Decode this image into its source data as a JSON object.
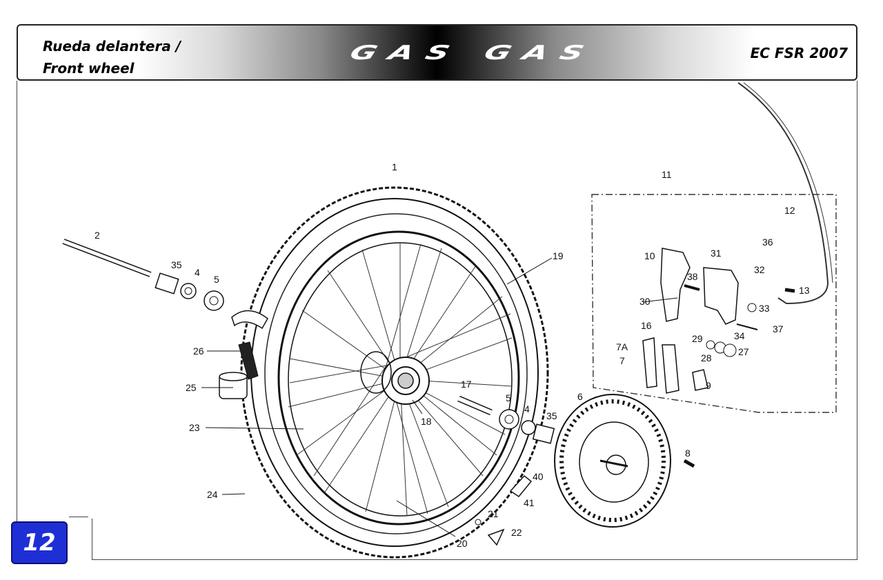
{
  "header": {
    "title_es": "Rueda delantera /",
    "title_en": "Front wheel",
    "brand": "GAS GAS",
    "model": "EC FSR 2007"
  },
  "page_number": "12",
  "callouts": [
    {
      "id": "c1",
      "text": "1"
    },
    {
      "id": "c2",
      "text": "2"
    },
    {
      "id": "c35a",
      "text": "35"
    },
    {
      "id": "c4a",
      "text": "4"
    },
    {
      "id": "c5a",
      "text": "5"
    },
    {
      "id": "c19",
      "text": "19"
    },
    {
      "id": "c26",
      "text": "26"
    },
    {
      "id": "c25",
      "text": "25"
    },
    {
      "id": "c17",
      "text": "17"
    },
    {
      "id": "c5b",
      "text": "5"
    },
    {
      "id": "c4b",
      "text": "4"
    },
    {
      "id": "c35b",
      "text": "35"
    },
    {
      "id": "c18",
      "text": "18"
    },
    {
      "id": "c23",
      "text": "23"
    },
    {
      "id": "c24",
      "text": "24"
    },
    {
      "id": "c20",
      "text": "20"
    },
    {
      "id": "c21",
      "text": "21"
    },
    {
      "id": "c22",
      "text": "22"
    },
    {
      "id": "c40",
      "text": "40"
    },
    {
      "id": "c41",
      "text": "41"
    },
    {
      "id": "c6",
      "text": "6"
    },
    {
      "id": "c8",
      "text": "8"
    },
    {
      "id": "c11",
      "text": "11"
    },
    {
      "id": "c12",
      "text": "12"
    },
    {
      "id": "c10",
      "text": "10"
    },
    {
      "id": "c31",
      "text": "31"
    },
    {
      "id": "c36",
      "text": "36"
    },
    {
      "id": "c32",
      "text": "32"
    },
    {
      "id": "c38",
      "text": "38"
    },
    {
      "id": "c13",
      "text": "13"
    },
    {
      "id": "c30",
      "text": "30"
    },
    {
      "id": "c33",
      "text": "33"
    },
    {
      "id": "c16",
      "text": "16"
    },
    {
      "id": "c29",
      "text": "29"
    },
    {
      "id": "c34",
      "text": "34"
    },
    {
      "id": "c37",
      "text": "37"
    },
    {
      "id": "c7A",
      "text": "7A"
    },
    {
      "id": "c7",
      "text": "7"
    },
    {
      "id": "c28",
      "text": "28"
    },
    {
      "id": "c27",
      "text": "27"
    },
    {
      "id": "c9",
      "text": "9"
    }
  ]
}
